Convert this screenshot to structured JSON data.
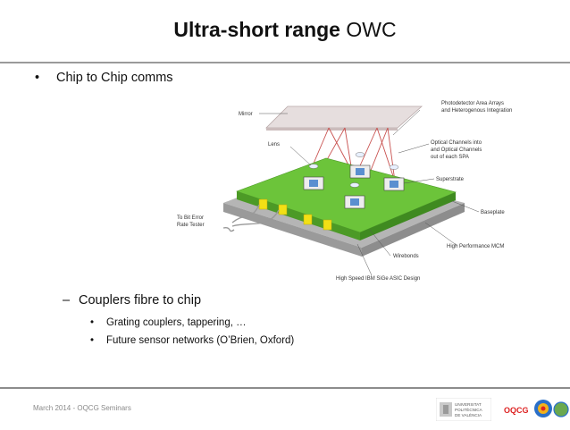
{
  "title": {
    "bold": "Ultra-short range",
    "rest": " OWC"
  },
  "bullets": {
    "main_marker": "•",
    "main": "Chip to Chip comms",
    "sub_marker": "–",
    "sub": "Couplers fibre  to chip",
    "subsub_marker": "•",
    "subsub": [
      "Grating couplers, tappering, …",
      "Future sensor networks (O’Brien, Oxford)"
    ]
  },
  "figure": {
    "labels": {
      "mirror": "Mirror",
      "lens": "Lens",
      "photodetector_1": "Photodetector Area Arrays",
      "photodetector_2": "and Heterogenous Integration",
      "optical_1": "Optical Channels into",
      "optical_2": "and Optical Channels",
      "optical_3": "out of each SPA",
      "superstrate": "Superstrate",
      "baseplate": "Baseplate",
      "bit_error_1": "To Bit Error",
      "bit_error_2": "Rate Tester",
      "mcm": "High Performance MCM",
      "wirebonds": "Wirebonds",
      "asic": "High Speed IBM SiGe ASIC Design"
    },
    "colors": {
      "board": "#6cc43a",
      "board_side": "#4c9a26",
      "base": "#b5b5b5",
      "base_side": "#8d8d8d",
      "coupler": "#f2e015",
      "mirror": "#e6dede",
      "beam": "#c8504e"
    }
  },
  "footer": {
    "text": "March 2014 - OQCG Seminars",
    "logo_upv": [
      "UNIVERSITAT",
      "POLITÈCNICA",
      "DE VALÈNCIA"
    ],
    "logo_oqcg": "OQCG"
  }
}
